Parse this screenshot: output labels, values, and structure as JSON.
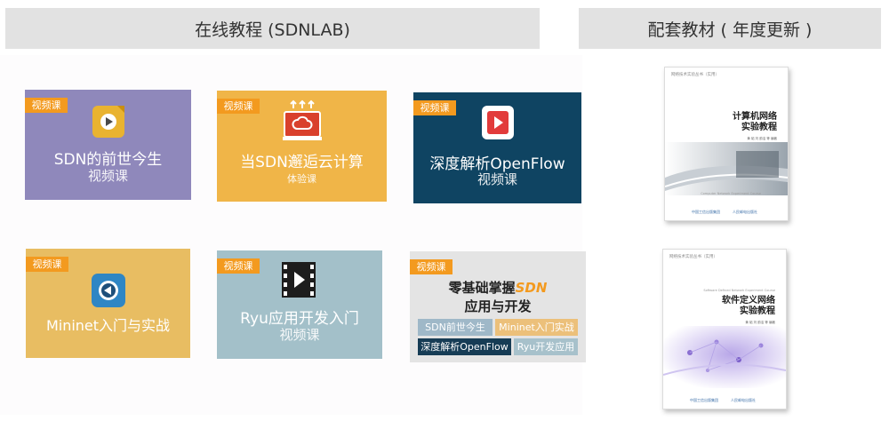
{
  "headers": {
    "left": "在线教程 (SDNLAB)",
    "right": "配套教材 ( 年度更新 )"
  },
  "tag_label": "视频课",
  "courses": [
    {
      "title": "SDN的前世今生",
      "subtitle": "视频课",
      "bg": "#8f88bb"
    },
    {
      "title": "当SDN邂逅云计算",
      "subtitle": "体验课",
      "bg": "#f0b548"
    },
    {
      "title": "深度解析OpenFlow",
      "subtitle": "视频课",
      "bg": "#0f4462"
    },
    {
      "title": "Mininet入门与实战",
      "subtitle": "",
      "bg": "#e8bd62"
    },
    {
      "title": "Ryu应用开发入门",
      "subtitle": "视频课",
      "bg": "#a3c0c9"
    }
  ],
  "bundle": {
    "title_prefix": "零基础掌握",
    "title_highlight": "SDN",
    "title_line2": "应用与开发",
    "items": [
      "SDN前世今生",
      "Mininet入门实战",
      "深度解析OpenFlow",
      "Ryu开发应用"
    ]
  },
  "books": [
    {
      "series": "网络技术实验丛书（实用）",
      "title_line1": "计算机网络",
      "title_line2": "实验教程",
      "subtitle": "Computer Network Experiment Course",
      "authors": "黄 韬  刘 韵洁  等 编著",
      "publisher1": "中国工信出版集团",
      "publisher2": "人民邮电出版社"
    },
    {
      "series": "网络技术实验丛书（实用）",
      "title_line1": "软件定义网络",
      "title_line2": "实验教程",
      "subtitle": "Software Defined Network Experiment Course",
      "authors": "黄 韬  刘 韵洁  等 编著",
      "publisher1": "中国工信出版集团",
      "publisher2": "人民邮电出版社"
    }
  ],
  "colors": {
    "header_bg": "#e2e2e2",
    "tag": "#f39a1f",
    "accent_orange": "#f39a1f"
  },
  "icons": [
    "play-icon",
    "upload-cloud-icon",
    "play-icon",
    "back-arrow-icon",
    "film-play-icon"
  ]
}
